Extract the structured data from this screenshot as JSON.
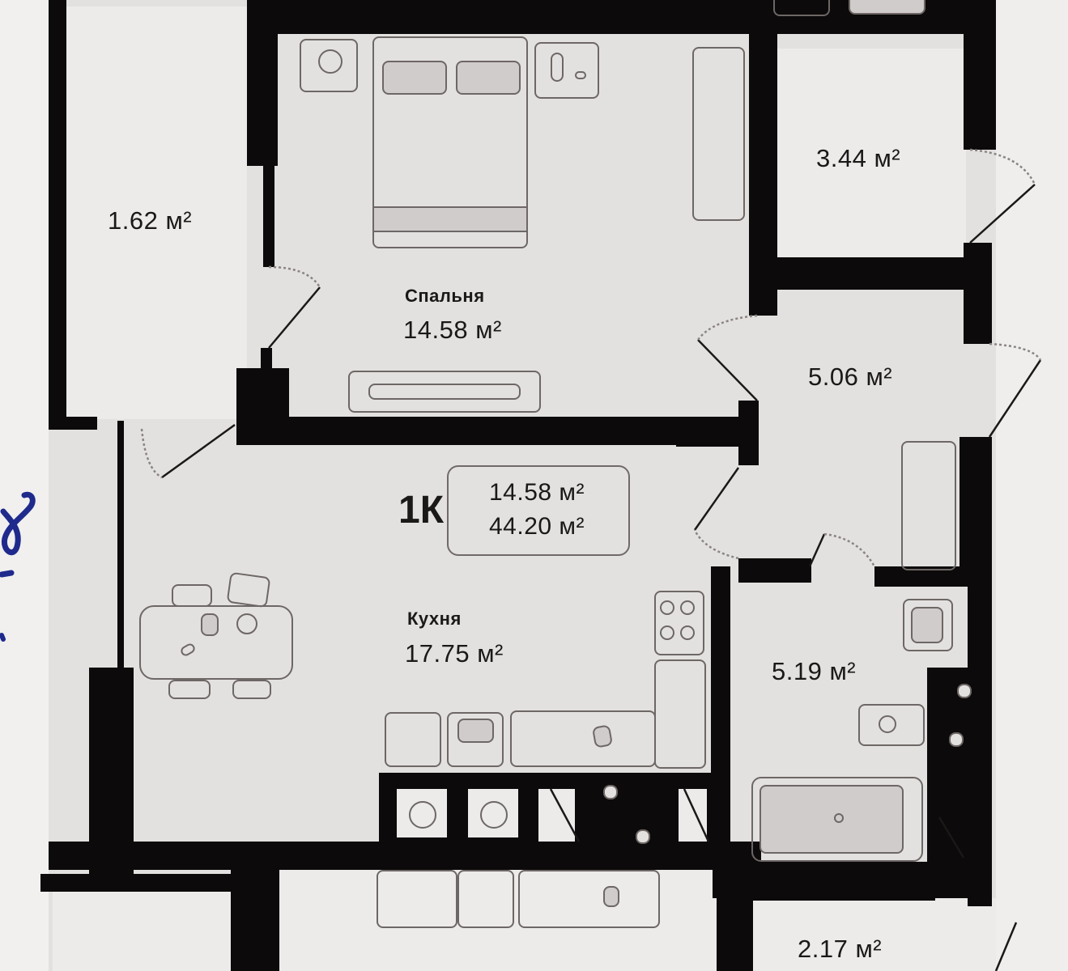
{
  "plan": {
    "apartment_type": "1К",
    "summary": {
      "living_area": "14.58 м²",
      "total_area": "44.20 м²"
    },
    "rooms": [
      {
        "id": "storage-left",
        "name": "",
        "area": "1.62 м²"
      },
      {
        "id": "bedroom",
        "name": "Спальня",
        "area": "14.58 м²"
      },
      {
        "id": "storage-top-right",
        "name": "",
        "area": "3.44 м²"
      },
      {
        "id": "hallway",
        "name": "",
        "area": "5.06 м²"
      },
      {
        "id": "kitchen",
        "name": "Кухня",
        "area": "17.75 м²"
      },
      {
        "id": "bathroom",
        "name": "",
        "area": "5.19 м²"
      },
      {
        "id": "neighbor-room",
        "name": "",
        "area": "2.17 м²"
      }
    ],
    "colors": {
      "wall": "#0c0a0a",
      "floor": "#e3e1df",
      "paper": "#efeeed",
      "furniture_line": "#6d6766",
      "ink": "#1f2a8c"
    }
  }
}
